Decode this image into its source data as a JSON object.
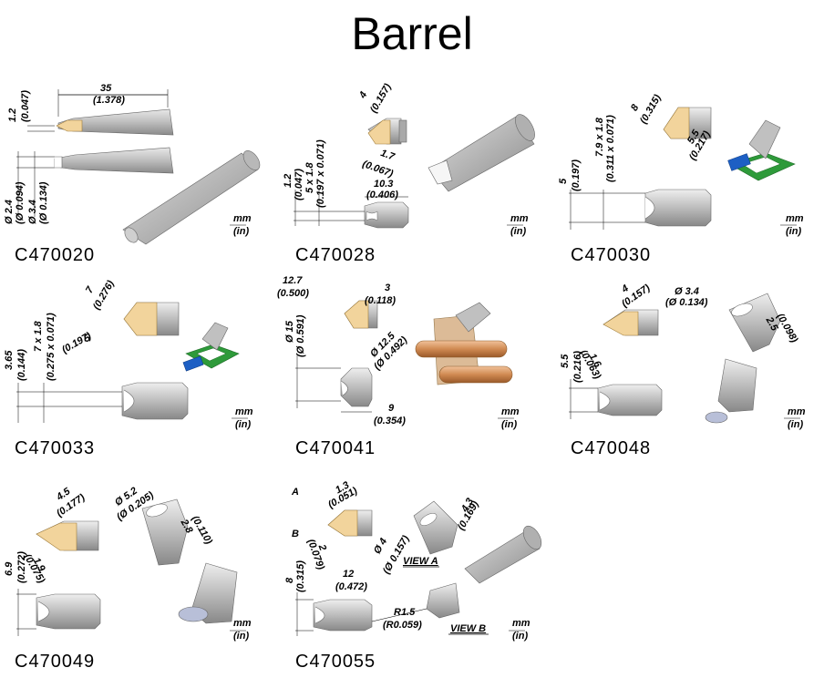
{
  "title": "Barrel",
  "unit_mm": "mm",
  "unit_in": "(in)",
  "cells": [
    {
      "code": "C470020",
      "dims": [
        "1.2",
        "(0.047)",
        "35",
        "(1.378)",
        "Ø 2.4",
        "(Ø 0.094)",
        "Ø 3.4",
        "(Ø 0.134)"
      ]
    },
    {
      "code": "C470028",
      "dims": [
        "4",
        "(0.157)",
        "1.7",
        "(0.067)",
        "1.2",
        "(0.047)",
        "5 x 1.8",
        "(0.197 x 0.071)",
        "10.3",
        "(0.406)"
      ]
    },
    {
      "code": "C470030",
      "dims": [
        "8",
        "(0.315)",
        "5.5",
        "(0.217)",
        "7.9 x 1.8",
        "(0.311 x 0.071)",
        "5",
        "(0.197)"
      ]
    },
    {
      "code": "C470033",
      "dims": [
        "7",
        "(0.276)",
        "5",
        "(0.197)",
        "7 x 1.8",
        "(0.275 x 0.071)",
        "3.65",
        "(0.144)"
      ]
    },
    {
      "code": "C470041",
      "dims": [
        "12.7",
        "(0.500)",
        "3",
        "(0.118)",
        "Ø 15",
        "(Ø 0.591)",
        "Ø 12.5",
        "(Ø 0.492)",
        "9",
        "(0.354)"
      ]
    },
    {
      "code": "C470048",
      "dims": [
        "4",
        "(0.157)",
        "Ø 3.4",
        "(Ø 0.134)",
        "2.5",
        "(0.098)",
        "5.5",
        "(0.216)",
        "1.6",
        "(0.063)"
      ]
    },
    {
      "code": "C470049",
      "dims": [
        "4.5",
        "(0.177)",
        "Ø 5.2",
        "(Ø 0.205)",
        "2.8",
        "(0.110)",
        "6.9",
        "(0.272)",
        "1.9",
        "(0.075)"
      ]
    },
    {
      "code": "C470055",
      "dims": [
        "1.3",
        "(0.051)",
        "4.3",
        "(0.169)",
        "2",
        "(0.079)",
        "Ø 4",
        "(Ø 0.157)",
        "8",
        "(0.315)",
        "12",
        "(0.472)",
        "R1.5",
        "(R0.059)"
      ],
      "labels": [
        "A",
        "B",
        "VIEW A",
        "VIEW B"
      ]
    }
  ]
}
